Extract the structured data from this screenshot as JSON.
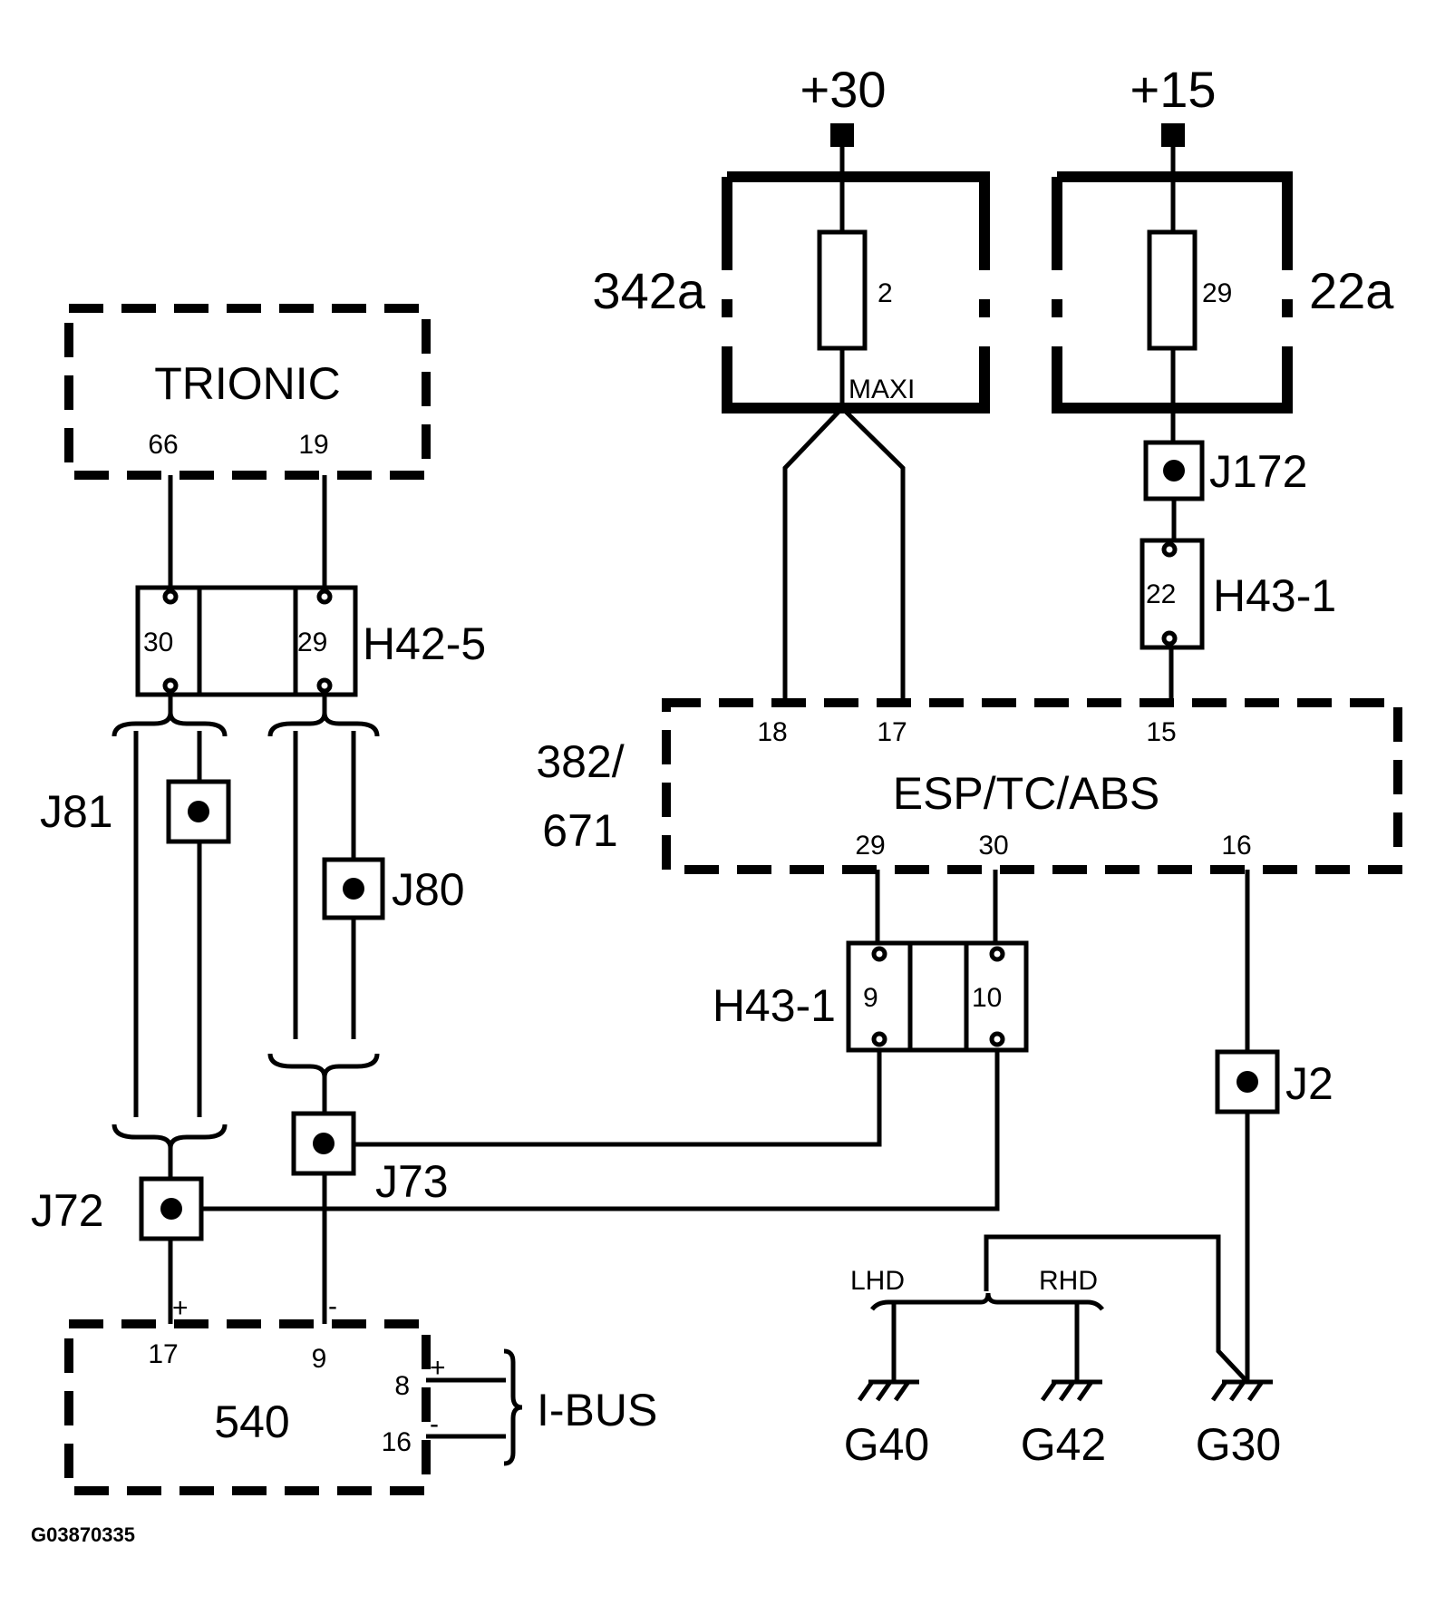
{
  "diagram": {
    "figure_id": "G03870335",
    "supplies": {
      "plus30": "+30",
      "plus15": "+15"
    },
    "fuse_boxes": {
      "left": {
        "label": "342a",
        "fuse_number": "2",
        "fuse_type": "MAXI"
      },
      "right": {
        "label": "22a",
        "fuse_number": "29"
      }
    },
    "trionic": {
      "label": "TRIONIC",
      "pins": [
        "66",
        "19"
      ]
    },
    "esp": {
      "label": "ESP/TC/ABS",
      "id_line1": "382/",
      "id_line2": "671",
      "pins_top": [
        "18",
        "17",
        "15"
      ],
      "pins_bottom": [
        "29",
        "30",
        "16"
      ]
    },
    "connectors": {
      "h42_5": {
        "label": "H42-5",
        "pins": [
          "30",
          "29"
        ]
      },
      "h43_1_top": {
        "label": "H43-1",
        "pin": "22"
      },
      "h43_1_mid": {
        "label": "H43-1",
        "pins": [
          "9",
          "10"
        ]
      }
    },
    "splices": {
      "j172": "J172",
      "j81": "J81",
      "j80": "J80",
      "j72": "J72",
      "j73": "J73",
      "j2": "J2"
    },
    "module540": {
      "label": "540",
      "pin_plus": "17",
      "pin_minus": "9",
      "bus_pin_plus": "8",
      "bus_pin_minus": "16",
      "plus_sign": "+",
      "minus_sign": "-"
    },
    "ibus": {
      "label": "I-BUS",
      "plus_sign": "+",
      "minus_sign": "-"
    },
    "grounds": {
      "g40": "G40",
      "g42": "G42",
      "g30": "G30",
      "lhd": "LHD",
      "rhd": "RHD"
    }
  }
}
